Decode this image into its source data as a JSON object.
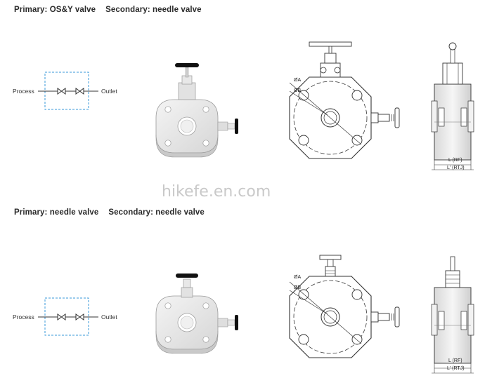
{
  "section1": {
    "primary": "Primary: OS&Y valve",
    "secondary": "Secondary: needle valve",
    "schematic": {
      "inlet": "Process",
      "outlet": "Outlet"
    },
    "dims": {
      "bore_a": "ØA",
      "bore_b": "ØB",
      "rf": "L (RF)",
      "rtj": "L' (RTJ)"
    }
  },
  "section2": {
    "primary": "Primary: needle valve",
    "secondary": "Secondary: needle valve",
    "schematic": {
      "inlet": "Process",
      "outlet": "Outlet"
    },
    "dims": {
      "bore_a": "ØA",
      "bore_b": "ØB",
      "rf": "L (RF)",
      "rtj": "L' (RTJ)"
    }
  },
  "watermark": "hikefe.en.com",
  "colors": {
    "line": "#333333",
    "dashed_box": "#3a9ad9",
    "body_fill": "#e9e9e9",
    "handle": "#111111"
  }
}
